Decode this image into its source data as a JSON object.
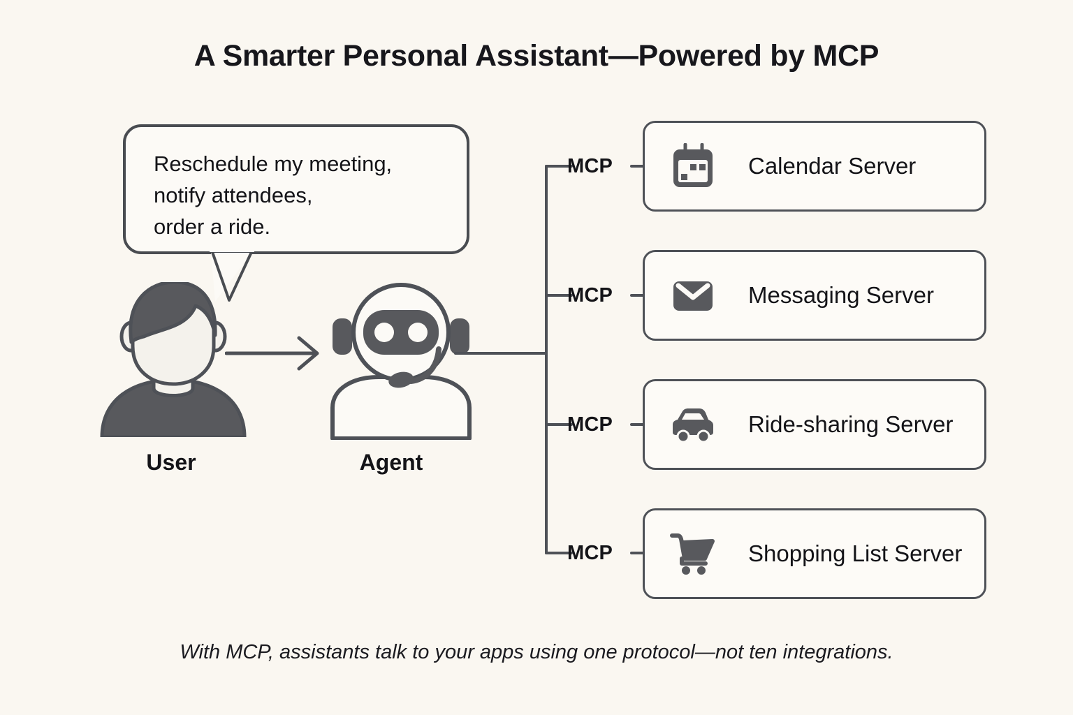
{
  "title": "A Smarter Personal Assistant—Powered by MCP",
  "caption": "With MCP, assistants talk to your apps using one protocol—not ten integrations.",
  "bubble": {
    "text": "Reschedule my meeting,\nnotify attendees,\norder a ride."
  },
  "actors": {
    "user_label": "User",
    "agent_label": "Agent"
  },
  "protocol_label": "MCP",
  "servers": [
    {
      "name": "Calendar Server",
      "icon": "calendar-icon",
      "mcp": "MCP"
    },
    {
      "name": "Messaging Server",
      "icon": "envelope-icon",
      "mcp": "MCP"
    },
    {
      "name": "Ride-sharing Server",
      "icon": "car-icon",
      "mcp": "MCP"
    },
    {
      "name": "Shopping List Server",
      "icon": "shopping-cart-icon",
      "mcp": "MCP"
    }
  ],
  "colors": {
    "background": "#faf7f1",
    "stroke": "#4e5157",
    "icon_fill": "#58595d",
    "text": "#141418"
  }
}
